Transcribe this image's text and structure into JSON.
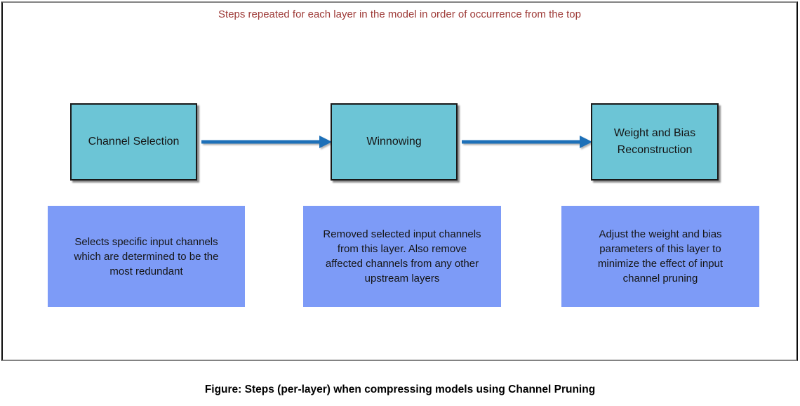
{
  "frame": {
    "title": "Steps repeated for each layer in the model in order of occurrence from the top"
  },
  "steps": [
    {
      "label": "Channel Selection",
      "description": "Selects specific input channels which are determined to be the most redundant"
    },
    {
      "label": "Winnowing",
      "description": "Removed selected input channels from this layer. Also remove affected channels from any other upstream layers"
    },
    {
      "label": "Weight and Bias Reconstruction",
      "description": "Adjust the weight and bias parameters of this layer to minimize the effect of input channel pruning"
    }
  ],
  "caption": "Figure: Steps (per-layer) when compressing models using Channel Pruning",
  "colors": {
    "step_box_fill": "#6cc5d6",
    "step_box_border": "#181818",
    "description_box_fill": "#7d9bf7",
    "arrow": "#1d70b8",
    "title_text": "#9e3b38",
    "caption_text": "#000000",
    "frame_border_top_bottom": "#838383",
    "frame_border_sides": "#0c0c0c"
  }
}
